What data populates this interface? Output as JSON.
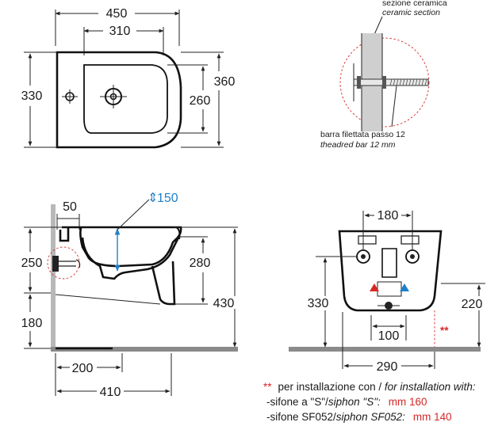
{
  "colors": {
    "accent_blue": "#1f7fc8",
    "accent_red": "#d62828",
    "floor_gray": "#8a8a8a"
  },
  "top_view": {
    "width_total": "450",
    "width_bowl": "310",
    "depth_total": "330",
    "depth_side": "360",
    "bowl_depth": "260"
  },
  "detail": {
    "section_it": "sezione ceramica",
    "section_en": "ceramic section",
    "bar_it": "barra filettata passo 12",
    "bar_en": "theadred bar 12 mm"
  },
  "side_view": {
    "offset_top": "50",
    "inlet_height": "250",
    "floor_height": "180",
    "rim_height_min": "280",
    "total_height": "430",
    "adjust_range": "150",
    "wall_to_drain": "200",
    "projection": "410"
  },
  "rear_view": {
    "fixing_spacing": "180",
    "total_height": "330",
    "outlet_height": "220",
    "outlet_spacing": "100",
    "base_width": "290",
    "marker": "**"
  },
  "notes": {
    "marker": "**",
    "line1_it": "per installazione con / ",
    "line1_en": "for installation with:",
    "line2_it": "-sifone a \"S\"/",
    "line2_en": "siphon \"S\":",
    "line2_value": "mm 160",
    "line3_it": "-sifone SF052/",
    "line3_en": "siphon SF052:",
    "line3_value": "mm 140"
  }
}
